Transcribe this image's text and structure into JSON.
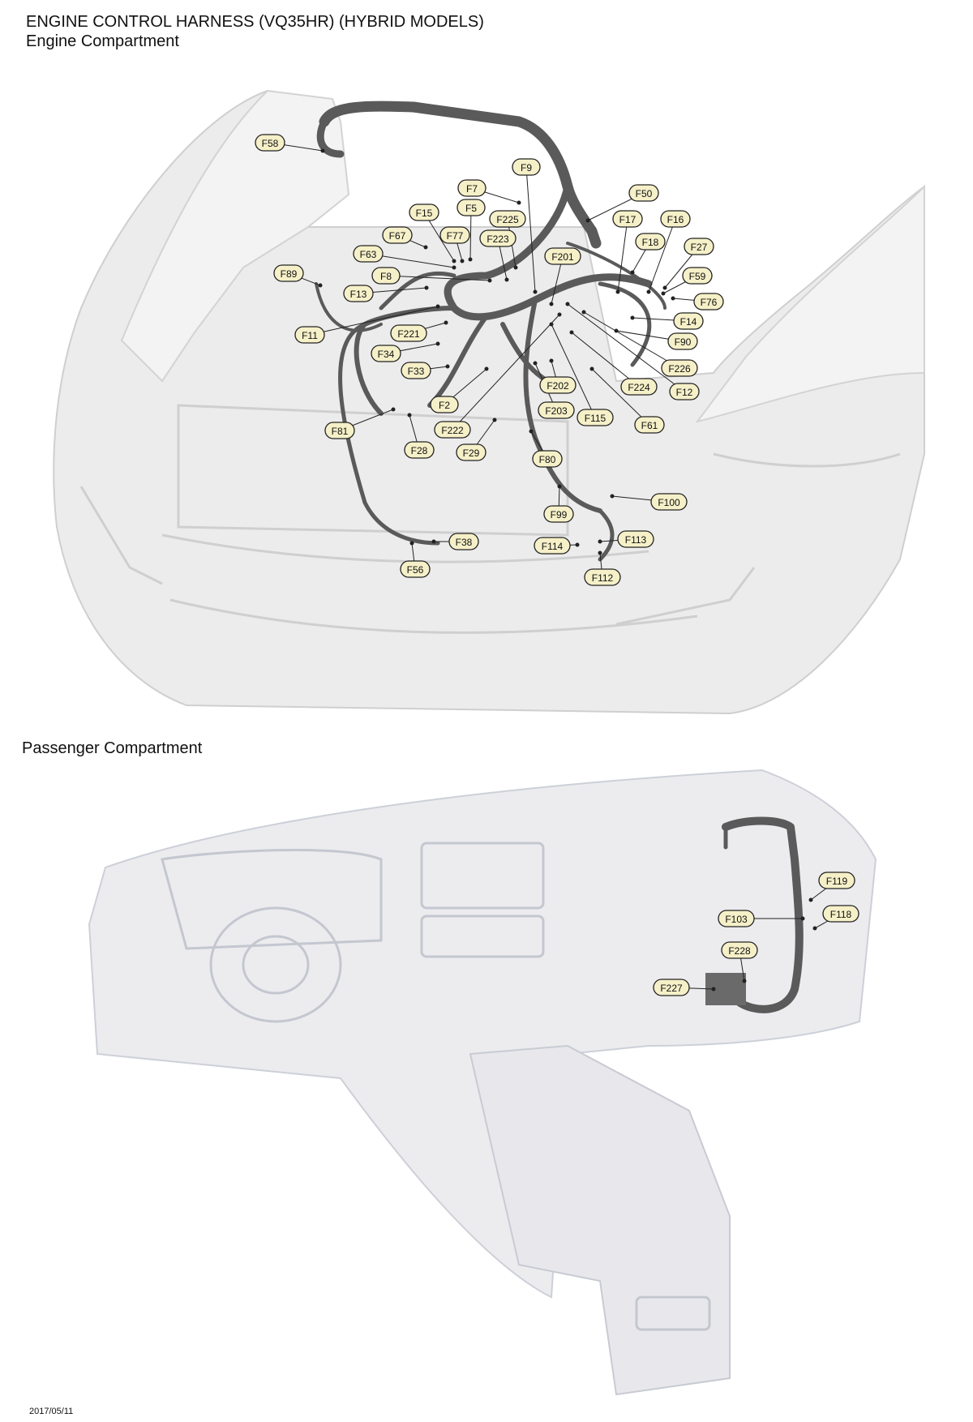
{
  "header": {
    "title": "ENGINE CONTROL HARNESS (VQ35HR) (HYBRID MODELS)",
    "subtitle": "Engine Compartment"
  },
  "passenger_section": {
    "title": "Passenger Compartment"
  },
  "footer": {
    "date": "2017/05/11"
  },
  "engine_connectors": [
    "F58",
    "F9",
    "F7",
    "F50",
    "F15",
    "F5",
    "F225",
    "F17",
    "F16",
    "F67",
    "F77",
    "F223",
    "F18",
    "F27",
    "F63",
    "F201",
    "F89",
    "F8",
    "F59",
    "F13",
    "F76",
    "F14",
    "F11",
    "F221",
    "F90",
    "F34",
    "F226",
    "F33",
    "F202",
    "F224",
    "F12",
    "F2",
    "F203",
    "F115",
    "F61",
    "F81",
    "F222",
    "F28",
    "F29",
    "F80",
    "F100",
    "F99",
    "F38",
    "F114",
    "F113",
    "F56",
    "F112"
  ],
  "passenger_connectors": [
    "F119",
    "F103",
    "F118",
    "F228",
    "F227"
  ]
}
